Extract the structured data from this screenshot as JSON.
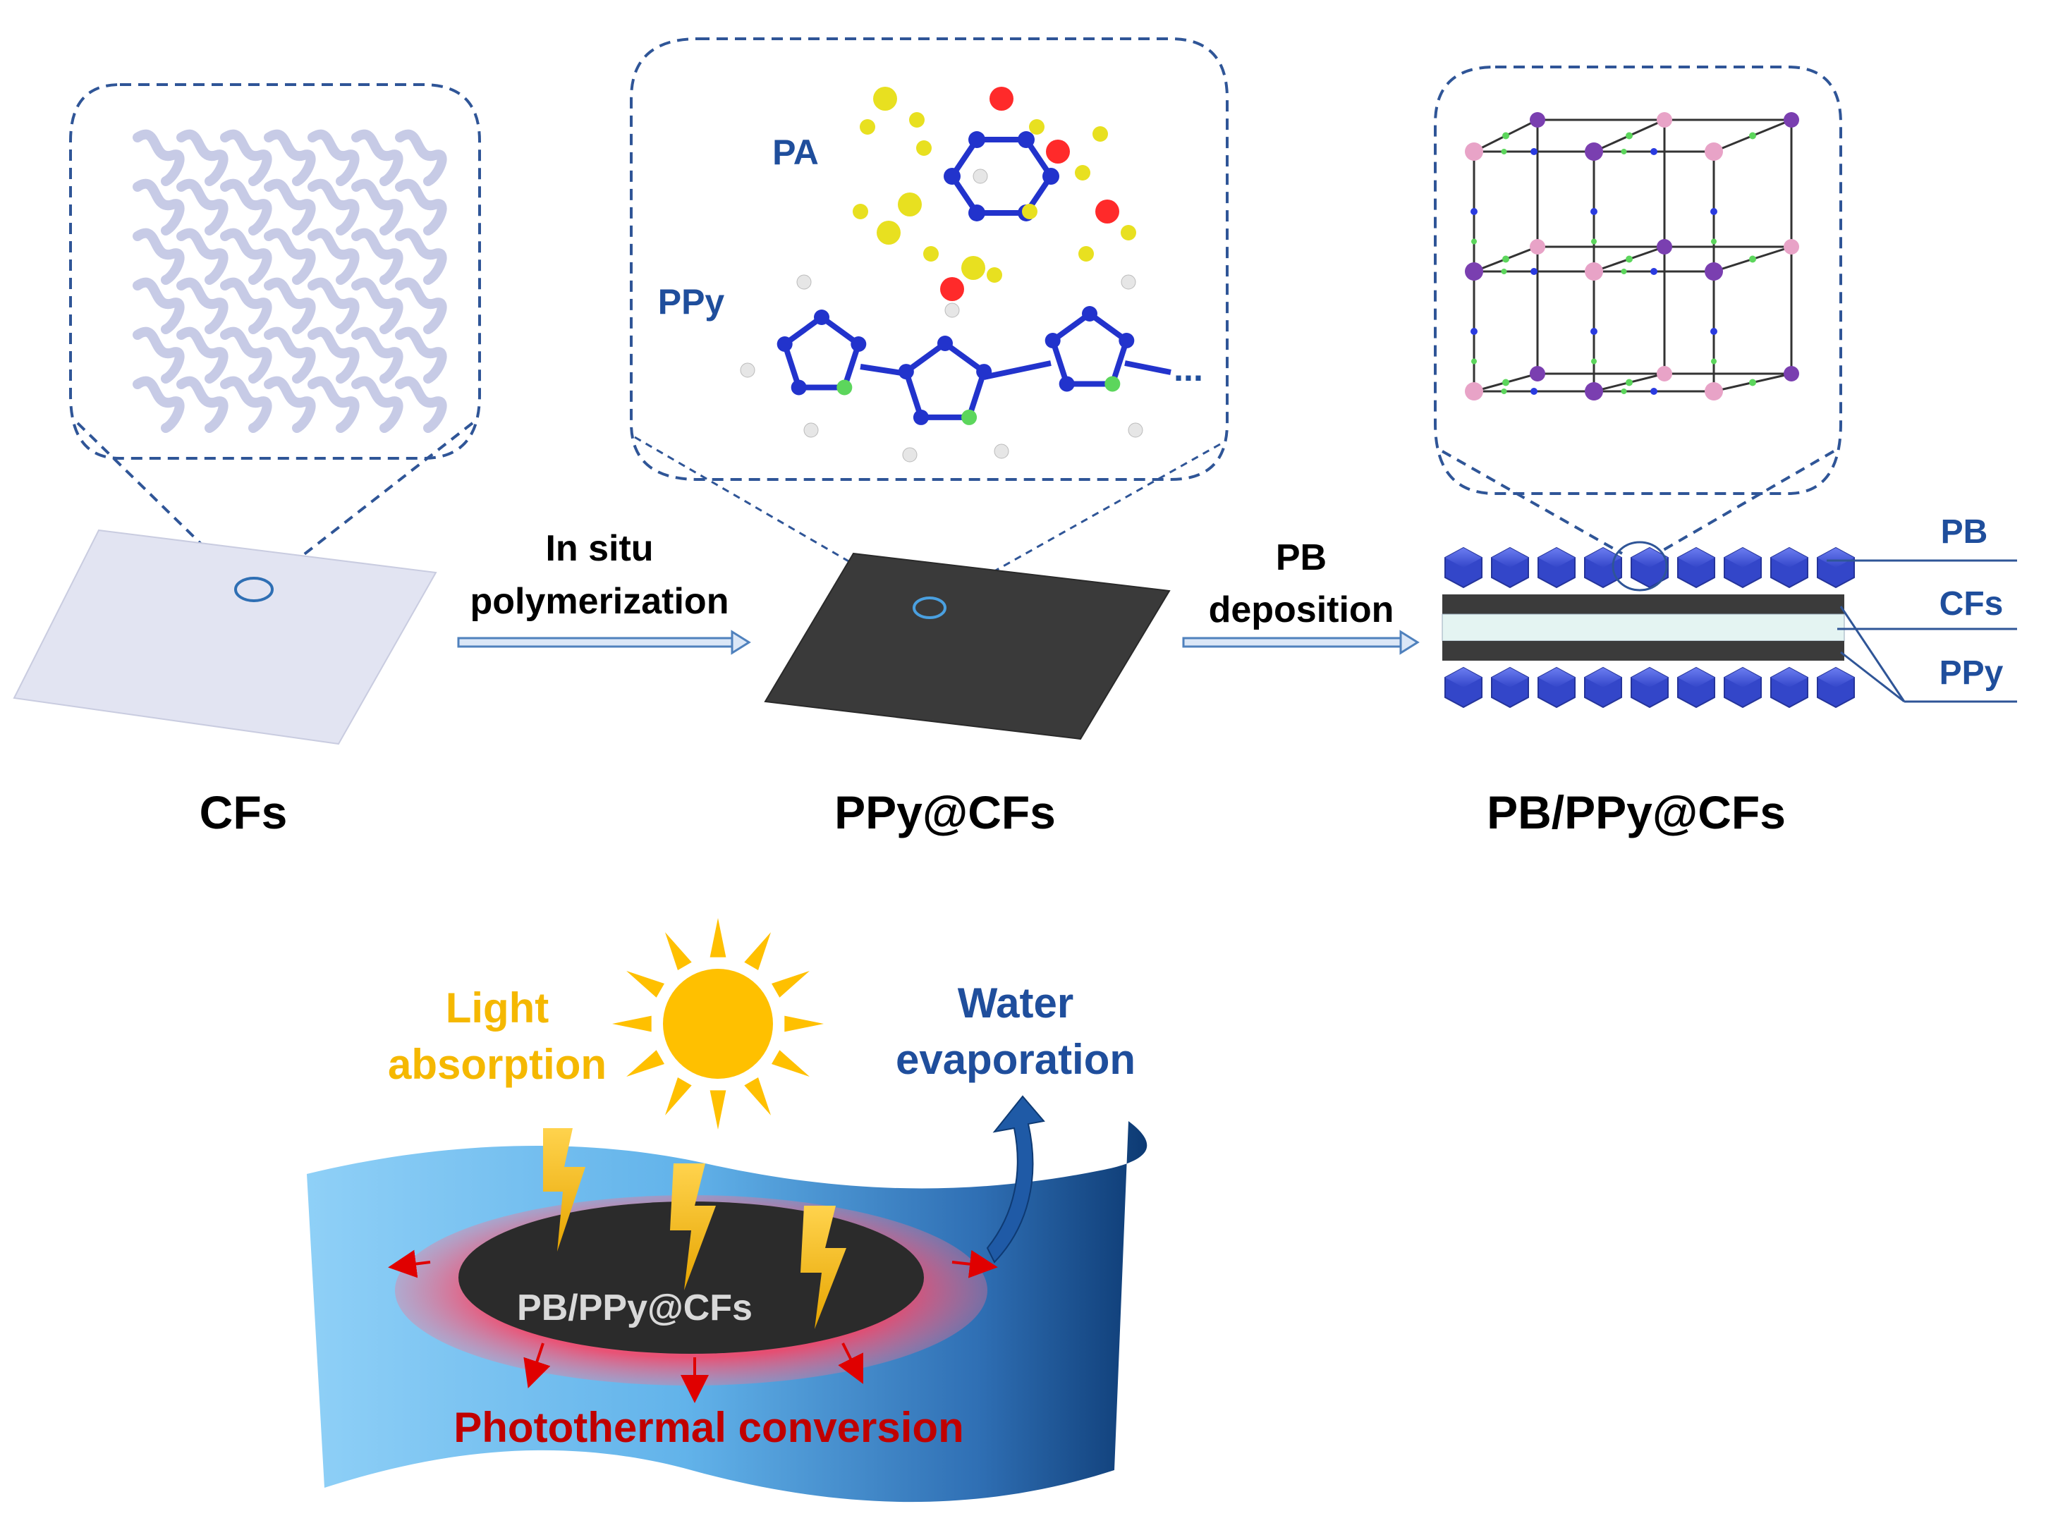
{
  "steps": {
    "step1_label": "CFs",
    "step2_label": "PPy@CFs",
    "step3_label": "PB/PPy@CFs"
  },
  "arrows": {
    "arrow1_line1": "In situ",
    "arrow1_line2": "polymerization",
    "arrow2_line1": "PB",
    "arrow2_line2": "deposition"
  },
  "molecule": {
    "pa_label": "PA",
    "ppy_label": "PPy",
    "ellipsis": "..."
  },
  "layers": {
    "pb": "PB",
    "cfs": "CFs",
    "ppy": "PPy"
  },
  "mechanism": {
    "light_line1": "Light",
    "light_line2": "absorption",
    "water_line1": "Water",
    "water_line2": "evaporation",
    "film_label": "PB/PPy@CFs",
    "conversion_label": "Photothermal conversion"
  },
  "colors": {
    "outline_blue": "#2f5597",
    "label_blue": "#1f4e9c",
    "light_text": "#f5b800",
    "conversion_text": "#c00000",
    "film_dark": "#3a3a3a",
    "cube_blue": "#3a4fd6",
    "sun_yellow": "#ffc000"
  }
}
